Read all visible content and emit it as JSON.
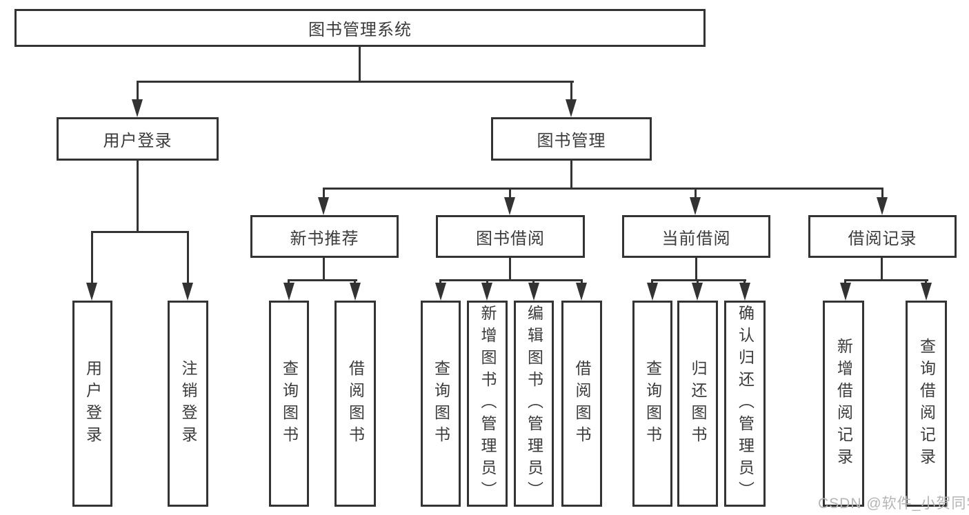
{
  "diagram": {
    "root": {
      "label": "图书管理系统"
    },
    "level2": {
      "user_login": {
        "label": "用户登录",
        "children": {
          "login": "用户登录",
          "logout": "注销登录"
        }
      },
      "book_mgmt": {
        "label": "图书管理",
        "sections": {
          "new_book_rec": {
            "label": "新书推荐",
            "children": {
              "query_books": "查询图书",
              "borrow_books": "借阅图书"
            }
          },
          "book_borrow": {
            "label": "图书借阅",
            "children": {
              "query_books": "查询图书",
              "add_book": "新增图书（管理员）",
              "edit_book": "编辑图书（管理员）",
              "borrow_books": "借阅图书"
            }
          },
          "current_borrow": {
            "label": "当前借阅",
            "children": {
              "query_books": "查询图书",
              "return_book": "归还图书",
              "confirm_return": "确认归还（管理员）"
            }
          },
          "borrow_records": {
            "label": "借阅记录",
            "children": {
              "add_record": "新增借阅记录",
              "query_record": "查询借阅记录"
            }
          }
        }
      }
    },
    "watermark": "CSDN @软件_小贺同学",
    "colors": {
      "line": "#333333",
      "text": "#3b3b3b",
      "watermark": "#b5b5b5",
      "background": "#ffffff"
    }
  }
}
